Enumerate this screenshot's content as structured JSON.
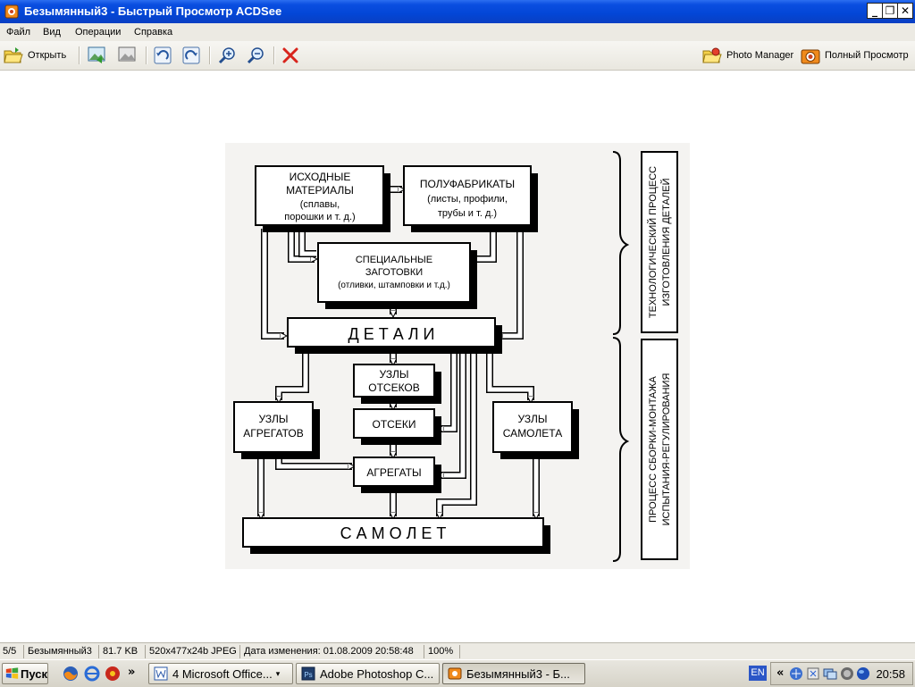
{
  "window": {
    "title": "Безымянный3 - Быстрый Просмотр ACDSee",
    "minimize_glyph": "_",
    "restore_glyph": "❐",
    "close_glyph": "✕"
  },
  "menu": {
    "items": [
      {
        "label": "Файл"
      },
      {
        "label": "Вид"
      },
      {
        "label": "Операции"
      },
      {
        "label": "Справка"
      }
    ]
  },
  "toolbar": {
    "open_label": "Открыть",
    "photo_manager_label": "Photo Manager",
    "full_view_label": "Полный Просмотр"
  },
  "diagram": {
    "raw_materials": [
      "ИСХОДНЫЕ",
      "МАТЕРИАЛЫ",
      "(сплавы,",
      "порошки и т. д.)"
    ],
    "semi_products": [
      "ПОЛУФАБРИКАТЫ",
      "(листы, профили,",
      "трубы и т. д.)"
    ],
    "special_blanks": [
      "СПЕЦИАЛЬНЫЕ",
      "ЗАГОТОВКИ",
      "(отливки, штамповки и т.д.)"
    ],
    "parts": "Д Е Т А Л И",
    "section_units": [
      "УЗЛЫ",
      "ОТСЕКОВ"
    ],
    "sections": "ОТСЕКИ",
    "aggregate_units": [
      "УЗЛЫ",
      "АГРЕГАТОВ"
    ],
    "aircraft_units": [
      "УЗЛЫ",
      "САМОЛЕТА"
    ],
    "aggregates": "АГРЕГАТЫ",
    "aircraft": "С А М О Л Е Т",
    "side_label_top": [
      "ТЕХНОЛОГИЧЕСКИЙ ПРОЦЕСС",
      "ИЗГОТОВЛЕНИЯ ДЕТАЛЕЙ"
    ],
    "side_label_bottom": [
      "ПРОЦЕСС СБОРКИ-МОНТАЖА",
      "ИСПЫТАНИЯ-РЕГУЛИРОВАНИЯ"
    ]
  },
  "status": {
    "index": "5/5",
    "filename": "Безымянный3",
    "size": "81.7 KB",
    "dims": "520x477x24b JPEG",
    "modified": "Дата изменения: 01.08.2009 20:58:48",
    "zoom": "100%"
  },
  "taskbar": {
    "start_label": "Пуск",
    "more_glyph": "»",
    "tasks": [
      {
        "label": "4 Microsoft Office..."
      },
      {
        "label": "Adobe Photoshop C..."
      },
      {
        "label": "Безымянный3 - Б..."
      }
    ],
    "lang": "EN",
    "tray_more": "«",
    "clock": "20:58"
  },
  "colors": {
    "titlebar": "#0346d6",
    "taskbar": "#d6d3c8",
    "accent_red": "#d8241c"
  }
}
